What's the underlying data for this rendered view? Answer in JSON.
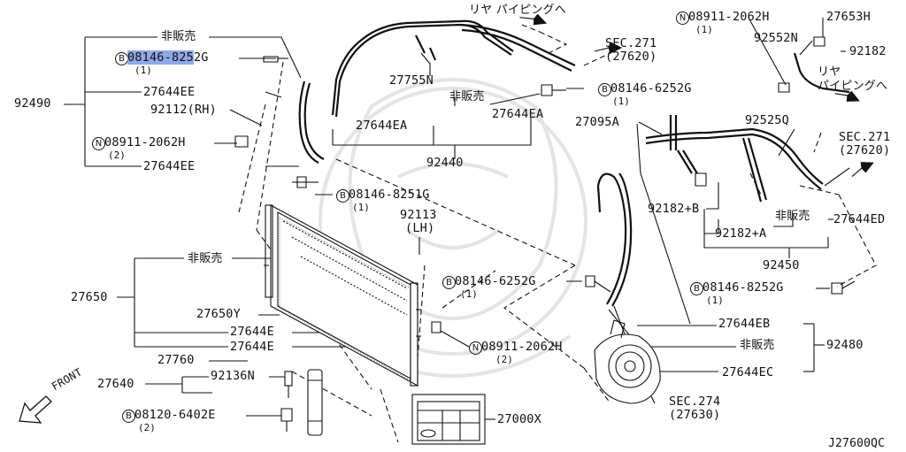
{
  "labels": {
    "hi_hanbai": "非販売",
    "rear_piping": "リヤ パイピングへ",
    "rear_piping_r1": "リヤ",
    "rear_piping_r2": "パイピングへ",
    "p92490": "92490",
    "p27644EE": "27644EE",
    "p92112RH": "92112(RH)",
    "n08911_2062H": "08911-2062H",
    "q1": "(1)",
    "q2": "(2)",
    "b08146_8252G": "08146-8252G",
    "b08146_8252G_hl": "08146-825",
    "b08146_8252G_rest": "2G",
    "b08146_6252G": "08146-6252G",
    "b08146_8251G": "08146-8251G",
    "b08120_6402E": "08120-6402E",
    "p27755N": "27755N",
    "p27644EA": "27644EA",
    "p92440": "92440",
    "sec271": "SEC.271",
    "p27620": "(27620)",
    "p92113": "92113",
    "lh": "(LH)",
    "p27650": "27650",
    "p27650Y": "27650Y",
    "p27644E": "27644E",
    "p27760": "27760",
    "p27640": "27640",
    "p92136N": "92136N",
    "front": "FRONT",
    "p27000X": "27000X",
    "sec274": "SEC.274",
    "p27630": "(27630)",
    "p27653H": "27653H",
    "p92552N": "92552N",
    "p92182": "92182",
    "p27095A": "27095A",
    "p92525Q": "92525Q",
    "p92182B": "92182+B",
    "p92182A": "92182+A",
    "p27644ED": "27644ED",
    "p92450": "92450",
    "p27644EB": "27644EB",
    "p92480": "92480",
    "p27644EC": "27644EC",
    "diagram_code": "J27600QC",
    "b": "B",
    "n": "N"
  },
  "colors": {
    "line": "#111111",
    "highlight": "#8fa8e6",
    "watermark": "#e6e6e6"
  }
}
